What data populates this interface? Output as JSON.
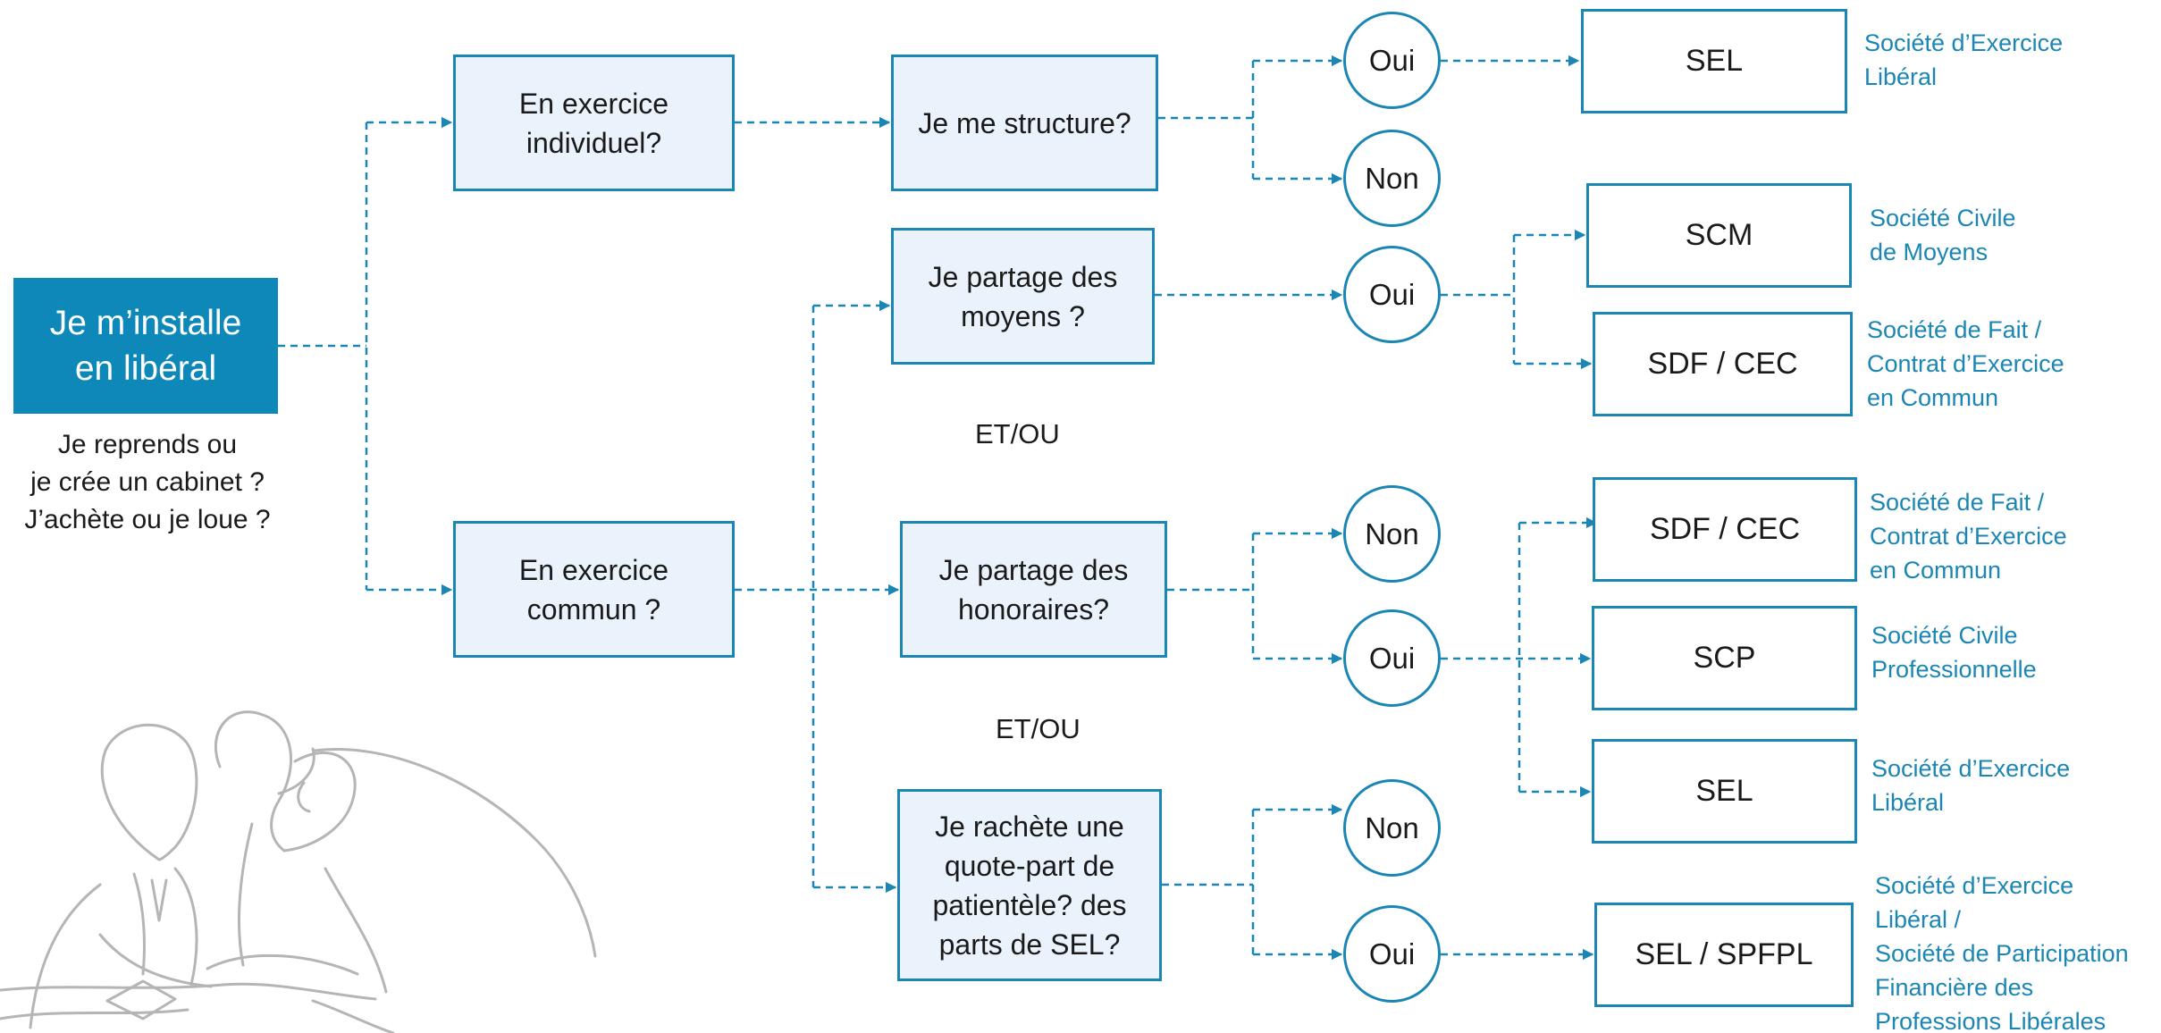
{
  "start": {
    "label": "Je m’installe\nen libéral",
    "note": "Je reprends ou\nje crée un cabinet ?\nJ’achète ou  je loue ?"
  },
  "questions": {
    "individuel": "En exercice\nindividuel?",
    "commun": "En exercice\ncommun ?",
    "structure": "Je me structure?",
    "moyens": "Je partage des\nmoyens ?",
    "honoraires": "Je partage des\nhonoraires?",
    "rachat": "Je rachète une\nquote-part de\npatientèle? des\nparts de SEL?"
  },
  "connectors": {
    "etou_1": "ET/OU",
    "etou_2": "ET/OU"
  },
  "answers": {
    "structure_oui": "Oui",
    "structure_non": "Non",
    "moyens_oui": "Oui",
    "honoraires_non": "Non",
    "honoraires_oui": "Oui",
    "rachat_non": "Non",
    "rachat_oui": "Oui"
  },
  "results": {
    "sel_1": "SEL",
    "scm": "SCM",
    "sdf_cec_1": "SDF / CEC",
    "sdf_cec_2": "SDF / CEC",
    "scp": "SCP",
    "sel_2": "SEL",
    "sel_spfpl": "SEL / SPFPL"
  },
  "descriptions": {
    "sel_1": "Société d’Exercice\nLibéral",
    "scm": "Société Civile\nde Moyens",
    "sdf_cec_1": "Société de Fait /\nContrat d’Exercice\nen Commun",
    "sdf_cec_2": "Société de Fait /\nContrat d’Exercice\nen Commun",
    "scp": "Société Civile\nProfessionnelle",
    "sel_2": "Société d’Exercice\nLibéral",
    "sel_spfpl": "Société d’Exercice\nLibéral /\nSociété de Participation\nFinancière des\nProfessions Libérales"
  },
  "colors": {
    "accent": "#1b86b4",
    "start_fill": "#0e88b8",
    "question_fill": "#eaf3fb",
    "illustration": "#b5b5b5"
  }
}
